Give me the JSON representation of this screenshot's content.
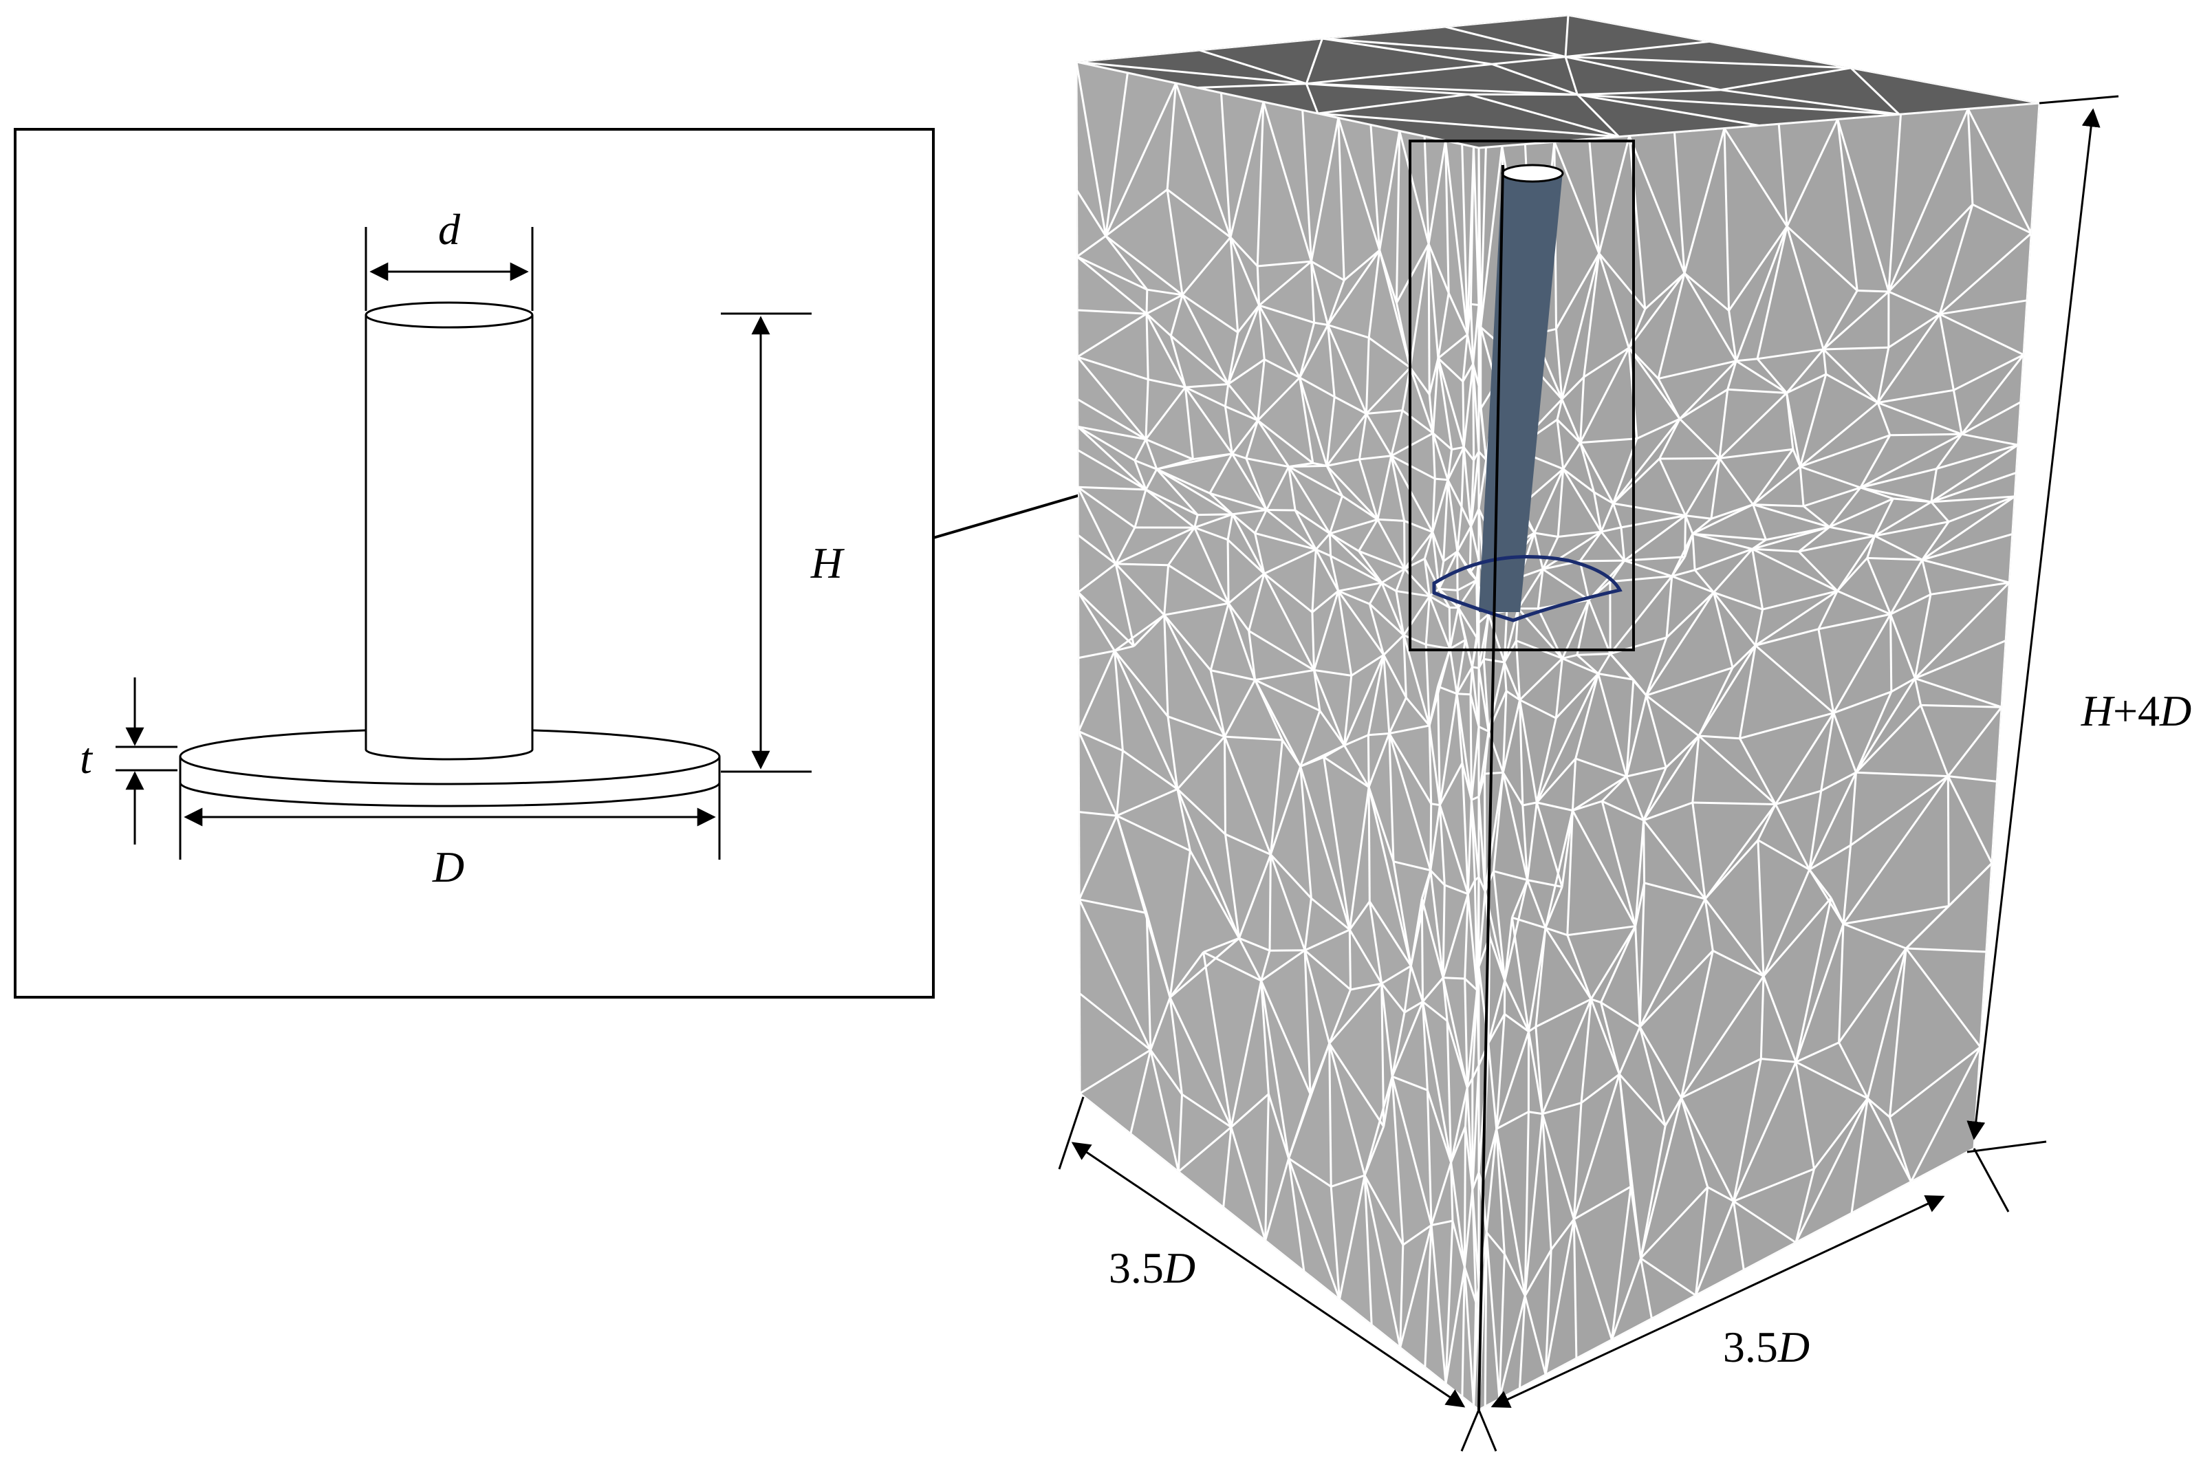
{
  "figure": {
    "inset": {
      "labels": {
        "d": "d",
        "H": "H",
        "t": "t",
        "D": "D"
      }
    },
    "model": {
      "labels": {
        "height_var": "H",
        "height_plus": "+4",
        "height_unit": "D",
        "width_left_num": "3.5",
        "width_left_unit": "D",
        "width_right_num": "3.5",
        "width_right_unit": "D"
      },
      "colors": {
        "top_face": "#5e5e5e",
        "left_face": "#a9a9a9",
        "right_face": "#a4a4a4",
        "mesh_lines": "#ffffff",
        "pile_shaft": "#4b5d72",
        "plate_outline": "#1a2c6e"
      }
    }
  }
}
